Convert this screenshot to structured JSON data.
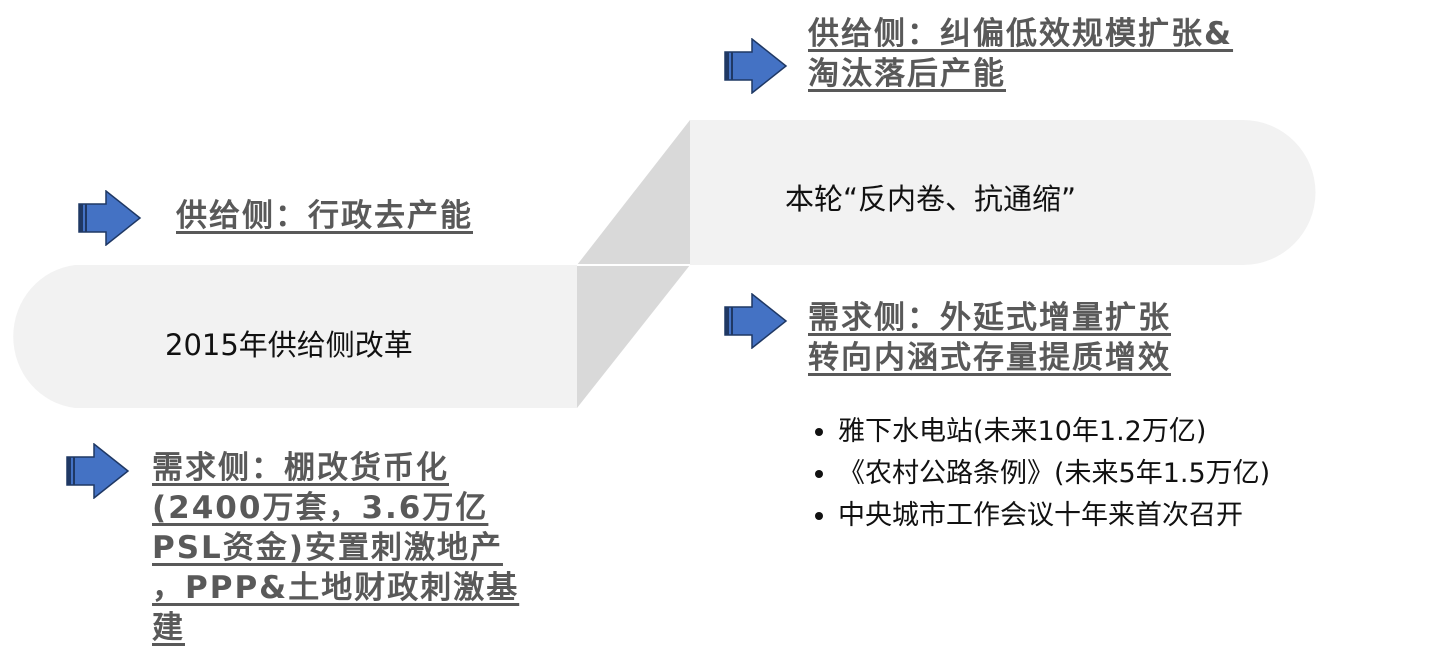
{
  "center_old": "2015年供给侧改革",
  "center_new": "本轮“反内卷、抗通缩”",
  "old_supply": "供给侧：行政去产能",
  "old_demand": [
    "需求侧：棚改货币化",
    "(2400万套，3.6万亿",
    "PSL资金)安置刺激地产",
    "，PPP&土地财政刺激基",
    "建"
  ],
  "new_supply": [
    "供给侧：纠偏低效规模扩张&",
    "淘汰落后产能"
  ],
  "new_demand": [
    "需求侧：外延式增量扩张",
    "转向内涵式存量提质增效"
  ],
  "bullets": [
    "雅下水电站(未来10年1.2万亿)",
    "《农村公路条例》(未来5年1.5万亿)",
    "中央城市工作会议十年来首次召开"
  ],
  "colors": {
    "arrow": "#4472c4",
    "shape": "#f2f2f2",
    "connector": "#d9d9d9",
    "heading": "#595959"
  }
}
